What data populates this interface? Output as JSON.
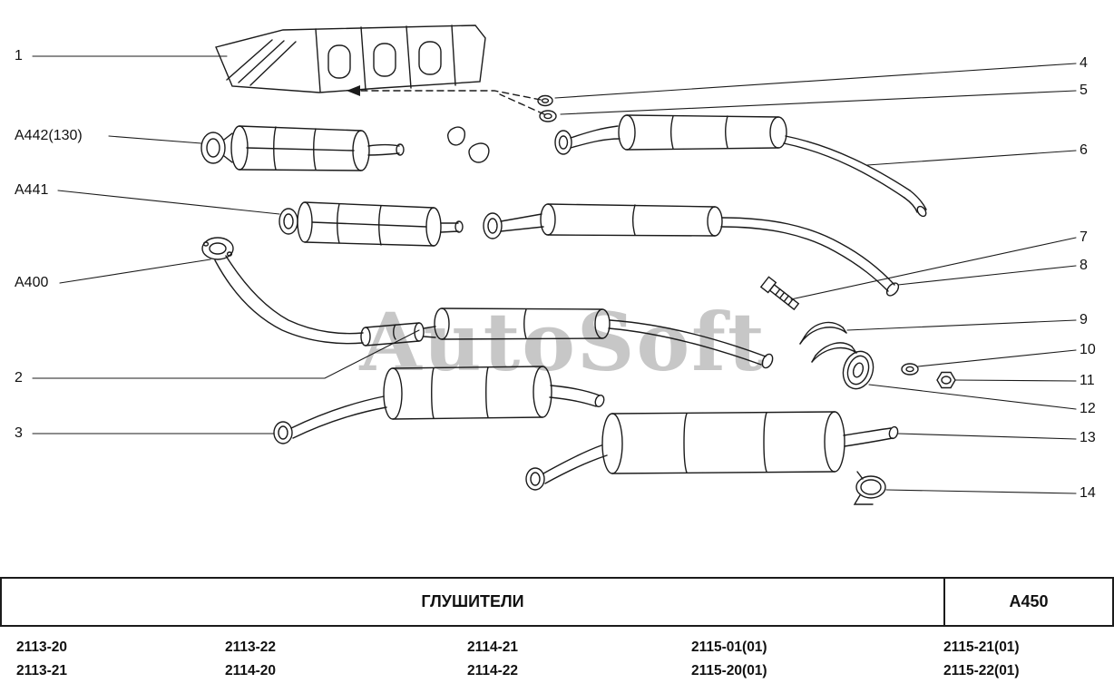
{
  "diagram": {
    "watermark": "AutoSoft",
    "callouts_left": [
      {
        "label": "1"
      },
      {
        "label": "A442(130)"
      },
      {
        "label": "A441"
      },
      {
        "label": "A400"
      },
      {
        "label": "2"
      },
      {
        "label": "3"
      }
    ],
    "callouts_right": [
      {
        "label": "4"
      },
      {
        "label": "5"
      },
      {
        "label": "6"
      },
      {
        "label": "7"
      },
      {
        "label": "8"
      },
      {
        "label": "9"
      },
      {
        "label": "10"
      },
      {
        "label": "11"
      },
      {
        "label": "12"
      },
      {
        "label": "13"
      },
      {
        "label": "14"
      }
    ]
  },
  "table": {
    "title": "ГЛУШИТЕЛИ",
    "code": "A450",
    "model_columns": [
      [
        "2113-20",
        "2113-21"
      ],
      [
        "2113-22",
        "2114-20"
      ],
      [
        "2114-21",
        "2114-22"
      ],
      [
        "2115-01(01)",
        "2115-20(01)"
      ],
      [
        "2115-21(01)",
        "2115-22(01)"
      ]
    ]
  }
}
